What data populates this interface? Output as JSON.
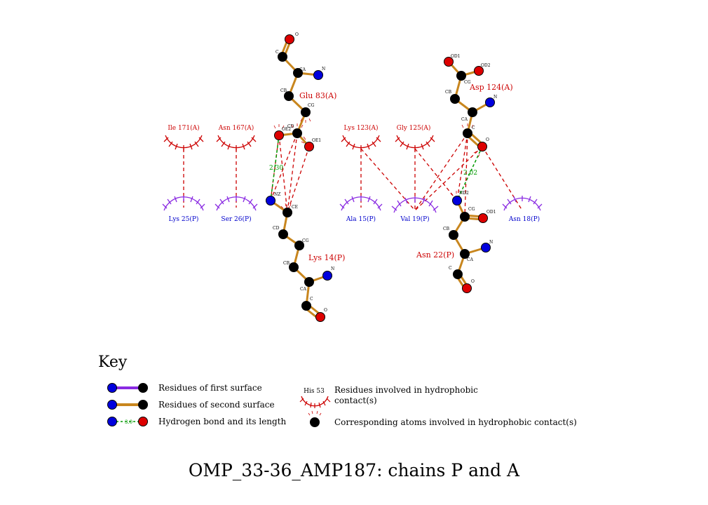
{
  "caption": "OMP_33-36_AMP187: chains P and A",
  "residues": {
    "glu83": "Glu 83(A)",
    "lys14": "Lys 14(P)",
    "asp124": "Asp 124(A)",
    "asn22": "Asn 22(P)"
  },
  "hydrophobic": {
    "ile171": "Ile 171(A)",
    "asn167": "Asn 167(A)",
    "lys123": "Lys 123(A)",
    "gly125": "Gly 125(A)",
    "lys25": "Lys 25(P)",
    "ser26": "Ser 26(P)",
    "ala15": "Ala 15(P)",
    "val19": "Val 19(P)",
    "asn18": "Asn 18(P)"
  },
  "hbonds": {
    "d1": "2.30",
    "d2": "2.02"
  },
  "atoms": {
    "glu_o": "O",
    "glu_c": "C",
    "glu_ca": "CA",
    "glu_n": "N",
    "glu_cb": "CB",
    "glu_cg": "CG",
    "glu_cd": "CD",
    "glu_oe2": "OE2",
    "glu_oe1": "OE1",
    "lys_nz": "NZ",
    "lys_ce": "CE",
    "lys_cd": "CD",
    "lys_cg": "CG",
    "lys_cb": "CB",
    "lys_n": "N",
    "lys_ca": "CA",
    "lys_c": "C",
    "lys_o": "O",
    "asp_od1": "OD1",
    "asp_od2": "OD2",
    "asp_cg": "CG",
    "asp_cb": "CB",
    "asp_n": "N",
    "asp_ca": "CA",
    "asp_c": "C",
    "asp_o": "O",
    "asn_nd2": "ND2",
    "asn_cg": "CG",
    "asn_od1": "OD1",
    "asn_cb": "CB",
    "asn_n": "N",
    "asn_ca": "CA",
    "asn_c": "C",
    "asn_o": "O"
  },
  "key": {
    "title": "Key",
    "first_surface": "Residues of first surface",
    "second_surface": "Residues of second surface",
    "hbond": "Hydrogen bond and its length",
    "hbond_sample": "3.0",
    "hydro_sample": "His 53",
    "hydro_res_line1": "Residues involved in hydrophobic",
    "hydro_res_line2": "contact(s)",
    "hydro_atoms": "Corresponding atoms involved in hydrophobic contact(s)"
  },
  "colors": {
    "bond_second": "#c8861e",
    "bond_first": "#8a2be2",
    "hydrophobic_red": "#cc0000",
    "hydrophobic_purple": "#8a2be2",
    "hbond_green": "#009900",
    "atom_carbon": "#000000",
    "atom_nitrogen": "#0000dd",
    "atom_oxygen": "#dd0000"
  }
}
